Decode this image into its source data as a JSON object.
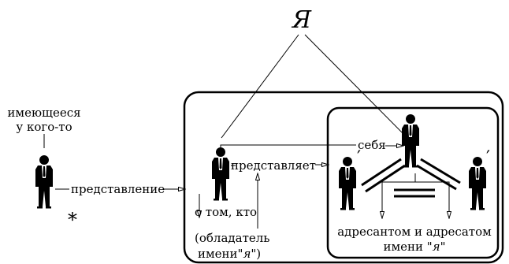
{
  "title_ya": "Я",
  "left_label": {
    "line1": "имеющееся",
    "line2": "у кого-то"
  },
  "asterisk": "*",
  "label_representation": "представление",
  "label_represents": "представляет",
  "label_self": "себя",
  "label_about": {
    "line1": "о том, кто",
    "line2": "(обладатель",
    "line3_prefix": "имени",
    "line3_quoted": "\"я\"",
    "line3_suffix": ")"
  },
  "label_addresser": {
    "line1": "адресантом и адресатом",
    "line2_prefix": "имени ",
    "line2_quoted": "\"я\""
  },
  "prime_mark": "′"
}
